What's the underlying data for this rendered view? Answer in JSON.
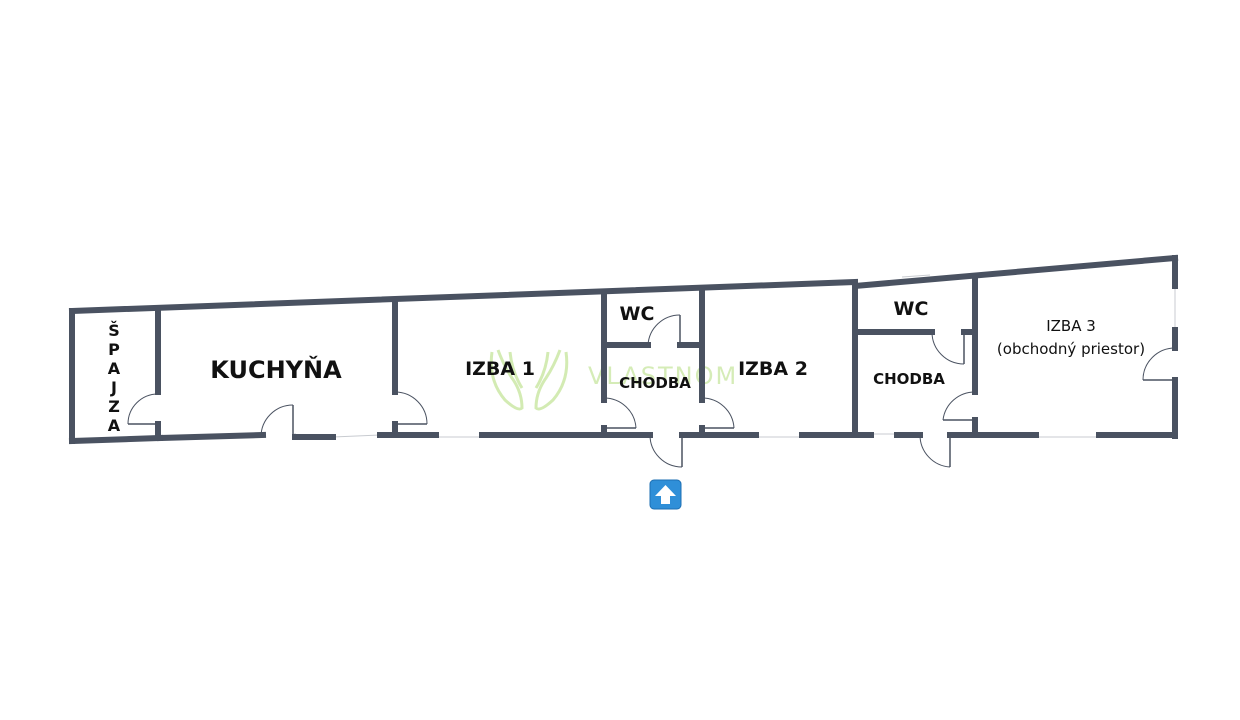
{
  "rooms": {
    "spajza_letters": [
      "Š",
      "P",
      "A",
      "J",
      "Z",
      "A"
    ],
    "kuchyna": "KUCHYŇA",
    "izba1": "IZBA 1",
    "wc1": "WC",
    "chodba1": "CHODBA",
    "izba2": "IZBA 2",
    "wc2": "WC",
    "chodba2": "CHODBA",
    "izba3_title": "IZBA 3",
    "izba3_subtitle": "(obchodný priestor)"
  },
  "watermark": {
    "text": "VLASTNOM",
    "color": "#c8e6a0"
  },
  "entrance_marker": {
    "icon": "up-arrow-icon",
    "color": "#2f8fd8"
  },
  "colors": {
    "wall": "#4a5261"
  }
}
